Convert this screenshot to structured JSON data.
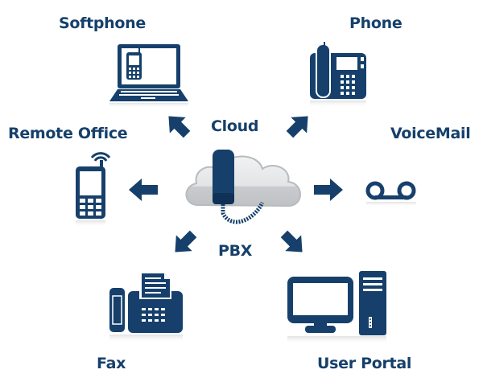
{
  "diagram": {
    "title": "Cloud PBX",
    "colors": {
      "primary": "#16406b",
      "cloud_light": "#e6e8ea",
      "cloud_dark": "#c4c7ca",
      "background": "#ffffff"
    },
    "center": {
      "top_label": "Cloud",
      "bottom_label": "PBX",
      "icon": "cloud-handset-icon"
    },
    "nodes": [
      {
        "id": "softphone",
        "label": "Softphone",
        "icon": "laptop-phone-icon",
        "direction": "up-left"
      },
      {
        "id": "phone",
        "label": "Phone",
        "icon": "desk-phone-icon",
        "direction": "up-right"
      },
      {
        "id": "remote-office",
        "label": "Remote Office",
        "icon": "mobile-phone-icon",
        "direction": "left"
      },
      {
        "id": "voicemail",
        "label": "VoiceMail",
        "icon": "voicemail-icon",
        "direction": "right"
      },
      {
        "id": "fax",
        "label": "Fax",
        "icon": "fax-icon",
        "direction": "down-left"
      },
      {
        "id": "user-portal",
        "label": "User Portal",
        "icon": "desktop-computer-icon",
        "direction": "down-right"
      }
    ]
  }
}
